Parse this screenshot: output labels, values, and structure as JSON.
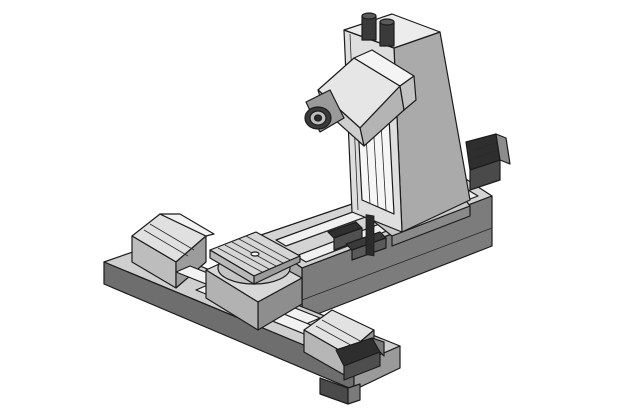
{
  "palette": {
    "outline": "#1c1c1c",
    "light": "#e8e8e8",
    "mid": "#bdbdbd",
    "dark": "#8e8e8e",
    "darker": "#5e5e5e",
    "black": "#2b2b2b",
    "background": "#ffffff"
  },
  "components": [
    "machine-base-bed",
    "column",
    "spindle-head",
    "servo-motor",
    "rotary-table",
    "x-axis-carriage",
    "guide-rails",
    "bellows-covers",
    "axis-motor"
  ]
}
